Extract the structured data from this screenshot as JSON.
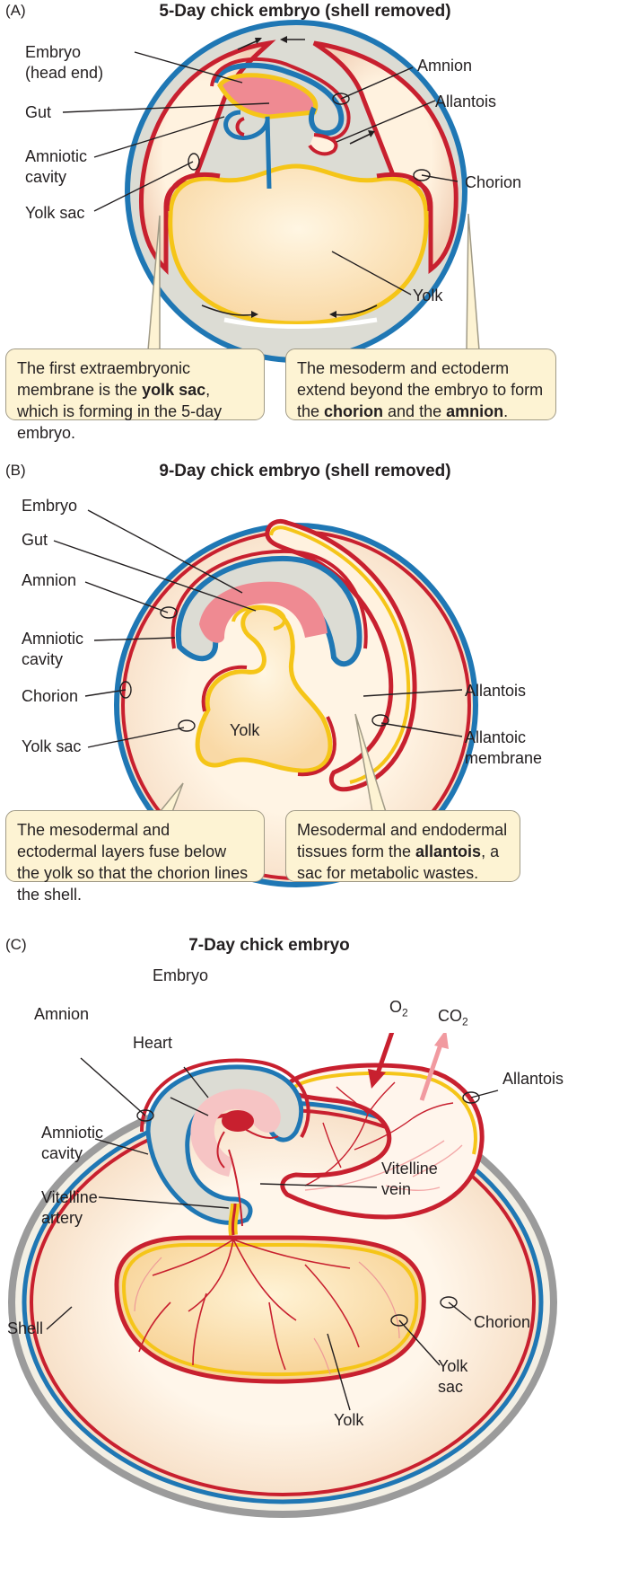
{
  "panel_a": {
    "letter": "(A)",
    "title": "5-Day chick embryo (shell removed)",
    "labels": {
      "embryo_line1": "Embryo",
      "embryo_line2": "(head end)",
      "gut": "Gut",
      "amniotic_line1": "Amniotic",
      "amniotic_line2": "cavity",
      "yolk_sac": "Yolk sac",
      "amnion": "Amnion",
      "allantois": "Allantois",
      "chorion": "Chorion",
      "yolk": "Yolk"
    },
    "callout_left": {
      "pre": "The first extraembryonic membrane is the ",
      "bold": "yolk sac",
      "post": ", which is forming in the 5-day embryo."
    },
    "callout_right": {
      "pre": "The mesoderm and ectoderm extend beyond the embryo to form the ",
      "bold1": "chorion",
      "mid": " and the ",
      "bold2": "amnion",
      "post": "."
    }
  },
  "panel_b": {
    "letter": "(B)",
    "title": "9-Day chick embryo (shell removed)",
    "labels": {
      "embryo": "Embryo",
      "gut": "Gut",
      "amnion": "Amnion",
      "amniotic_line1": "Amniotic",
      "amniotic_line2": "cavity",
      "chorion": "Chorion",
      "yolk_sac": "Yolk sac",
      "yolk": "Yolk",
      "allantois": "Allantois",
      "allantoic_line1": "Allantoic",
      "allantoic_line2": "membrane"
    },
    "callout_left": {
      "text": "The mesodermal and ectodermal layers fuse below the yolk so that the chorion lines the shell."
    },
    "callout_right": {
      "pre": "Mesodermal and endodermal tissues form the ",
      "bold": "allantois",
      "post": ", a sac for metabolic wastes."
    }
  },
  "panel_c": {
    "letter": "(C)",
    "title": "7-Day chick embryo",
    "labels": {
      "embryo": "Embryo",
      "amnion": "Amnion",
      "heart": "Heart",
      "amniotic_line1": "Amniotic",
      "amniotic_line2": "cavity",
      "vitelline_artery_line1": "Vitelline",
      "vitelline_artery_line2": "artery",
      "vitelline_vein_line1": "Vitelline",
      "vitelline_vein_line2": "vein",
      "o2_base": "O",
      "o2_sub": "2",
      "co2_base": "CO",
      "co2_sub": "2",
      "allantois": "Allantois",
      "chorion": "Chorion",
      "yolk_sac_line1": "Yolk",
      "yolk_sac_line2": "sac",
      "yolk": "Yolk",
      "shell": "Shell"
    }
  },
  "colors": {
    "ectoderm_blue": "#1f77b4",
    "mesoderm_red": "#c8202f",
    "endoderm_yellow": "#f5c518",
    "yolk_fill": "#fde3b8",
    "cavity_fill": "#dcdcd4",
    "embryo_pink": "#ef8a92",
    "callout_fill": "#fdf3d3",
    "shell_gray": "#9b9b9b"
  }
}
